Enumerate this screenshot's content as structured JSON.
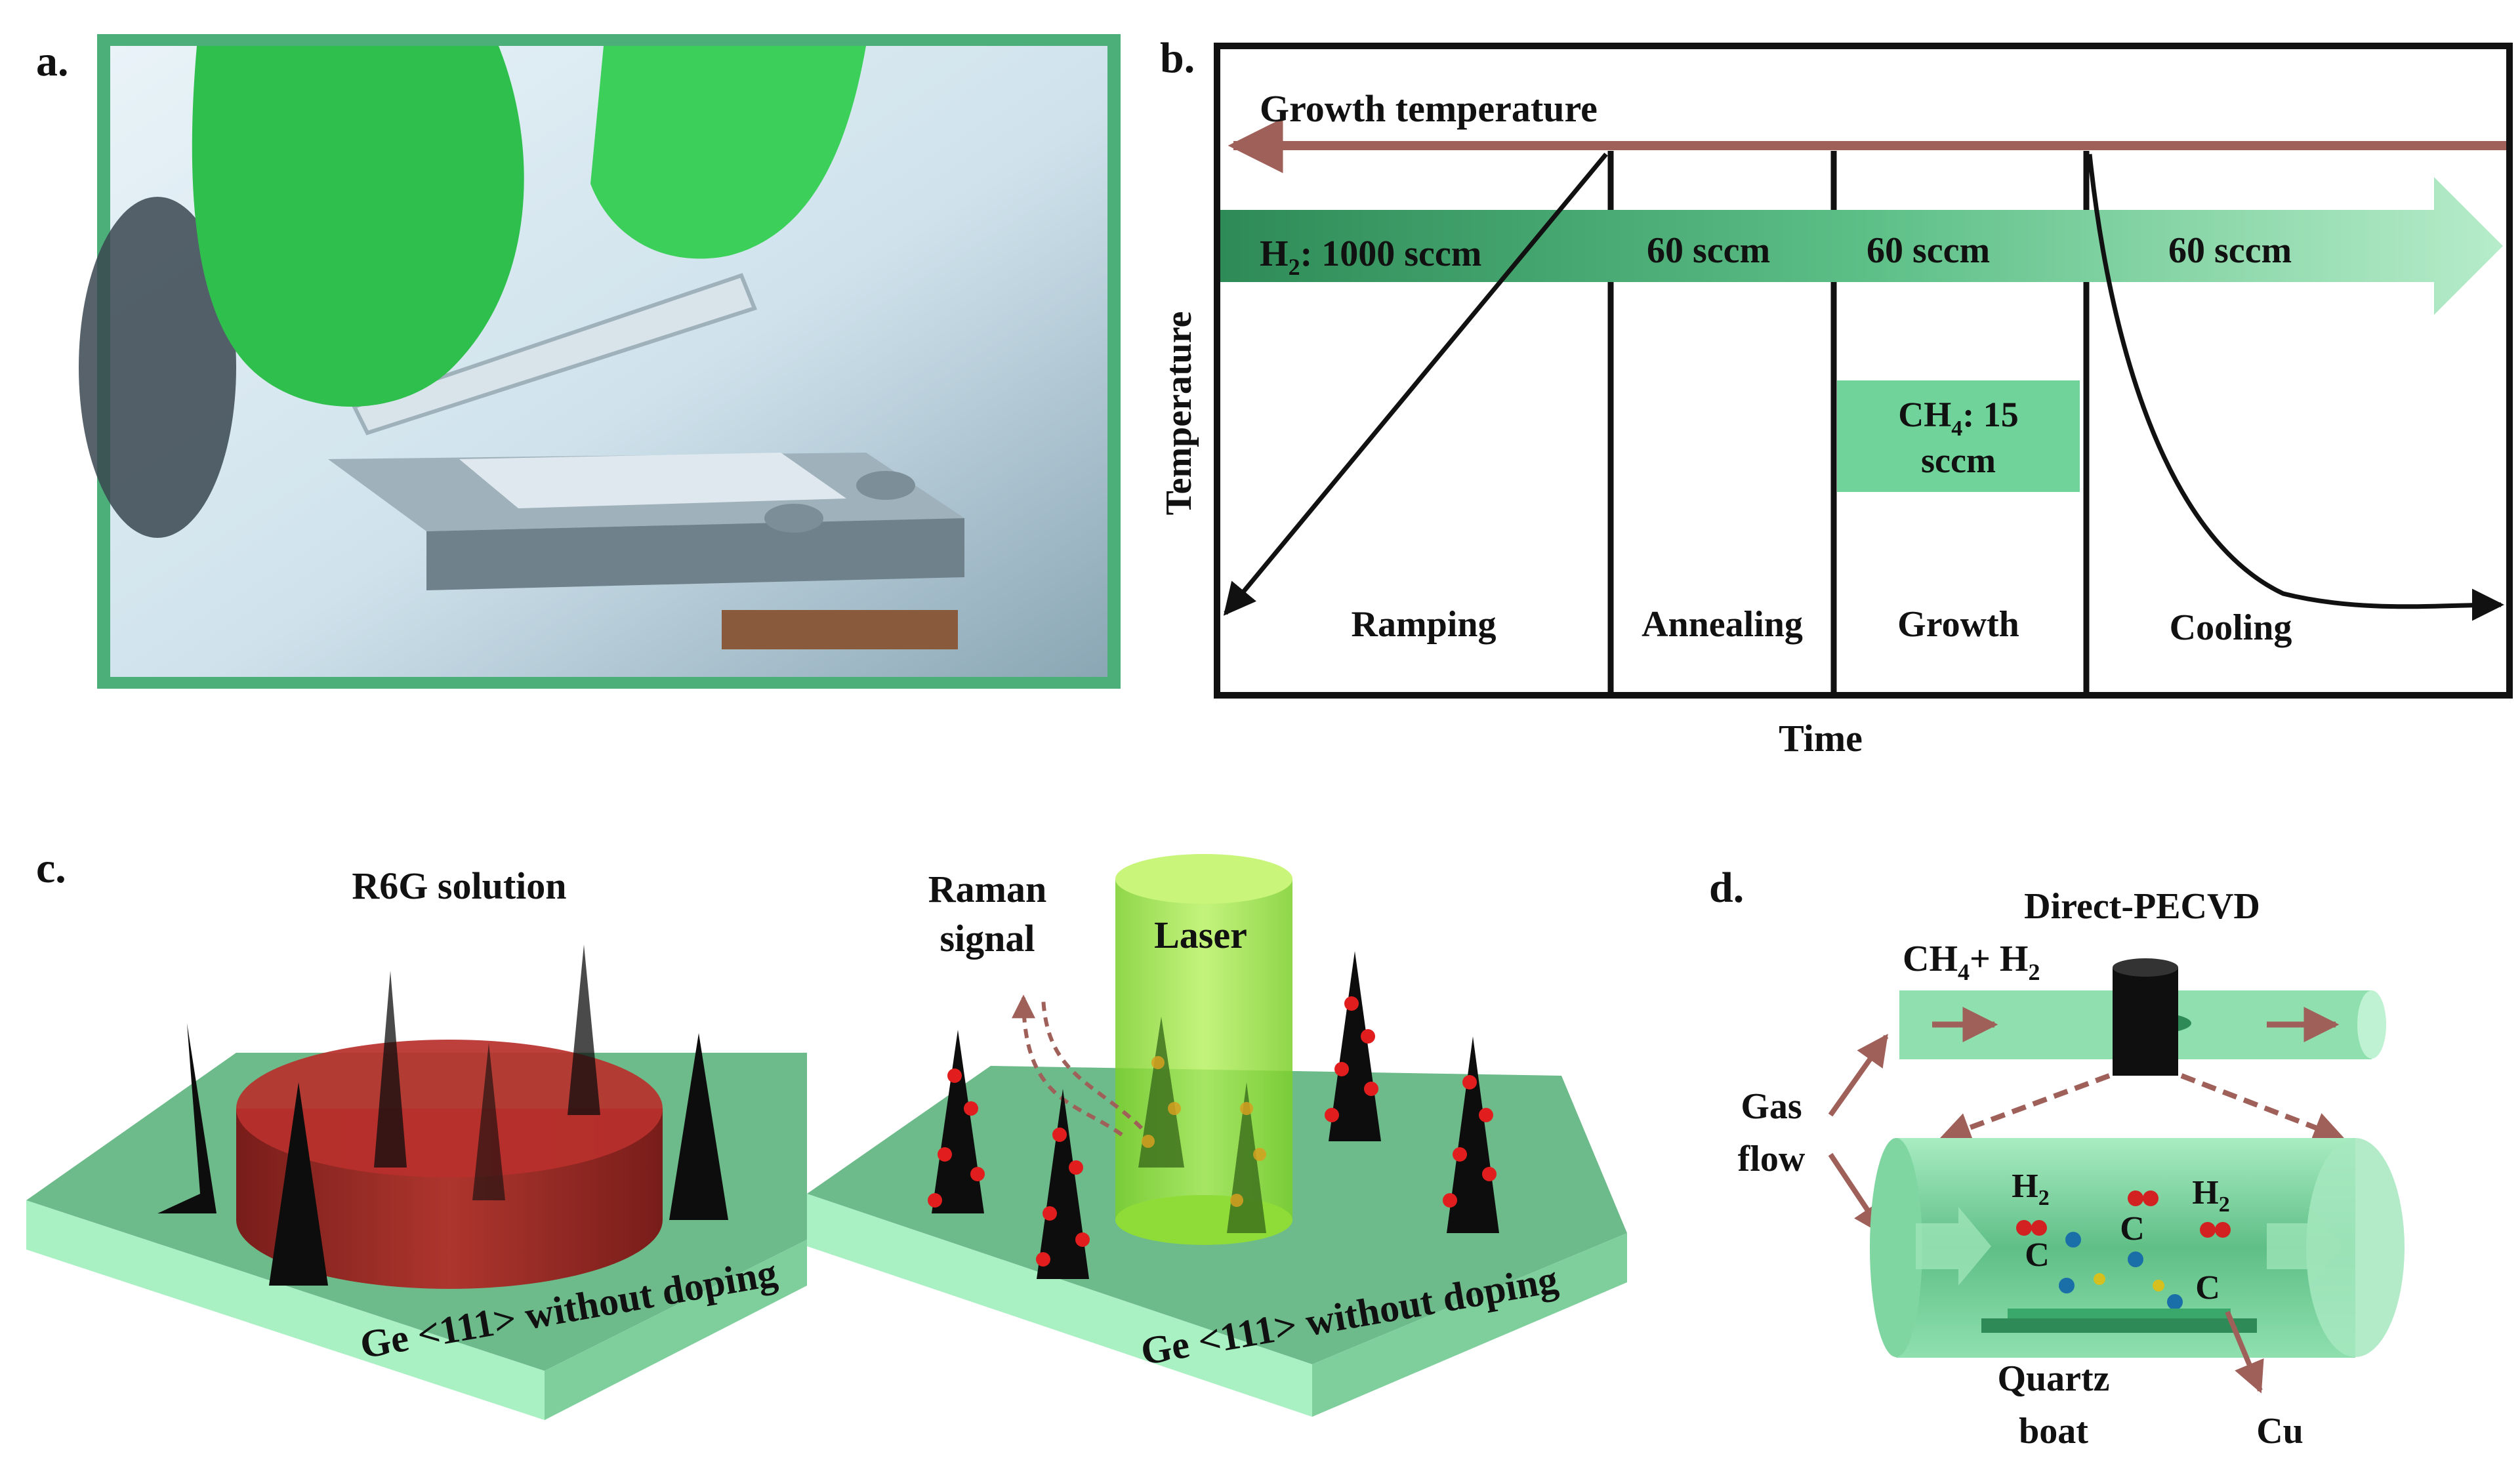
{
  "panel_labels": {
    "a": "a.",
    "b": "b.",
    "c": "c.",
    "d": "d."
  },
  "panel_b": {
    "growth_temperature": "Growth temperature",
    "y_axis": "Temperature",
    "x_axis": "Time",
    "flows": {
      "h2_prefix": "H",
      "h2_sub": "2",
      "h2_suffix": ": 1000 sccm",
      "annealing": "60 sccm",
      "growth": "60 sccm",
      "cooling": "60 sccm"
    },
    "ch4": {
      "prefix": "CH",
      "sub": "4",
      "suffix": ": 15",
      "line2": "sccm"
    },
    "stages": {
      "ramping": "Ramping",
      "annealing": "Annealing",
      "growth": "Growth",
      "cooling": "Cooling"
    },
    "colors": {
      "arrow": "#a0605a",
      "flow_dark": "#2e8b57",
      "flow_light": "#a6e3c0",
      "ch4_box": "#6fd39a"
    }
  },
  "panel_c": {
    "r6g": "R6G solution",
    "raman_line1": "Raman",
    "raman_line2": "signal",
    "laser": "Laser",
    "substrate_label": "Ge <111> without doping",
    "colors": {
      "substrate_top": "#6dbb8a",
      "substrate_side": "#a9f0c3",
      "r6g": "#9b1c1c",
      "laser": "#9be23a"
    }
  },
  "panel_d": {
    "title": "Direct-PECVD",
    "gas_prefix": "CH",
    "gas_sub1": "4",
    "gas_mid": "+ H",
    "gas_sub2": "2",
    "gas_flow_line1": "Gas",
    "gas_flow_line2": "flow",
    "h2_left": "H",
    "h2_left_sub": "2",
    "h2_right": "H",
    "h2_right_sub": "2",
    "c1": "C",
    "c2": "C",
    "c3": "C",
    "quartz_line1": "Quartz",
    "quartz_line2": "boat",
    "cu": "Cu",
    "colors": {
      "tube": "#7fd6a0",
      "arrow": "#a0605a"
    }
  }
}
